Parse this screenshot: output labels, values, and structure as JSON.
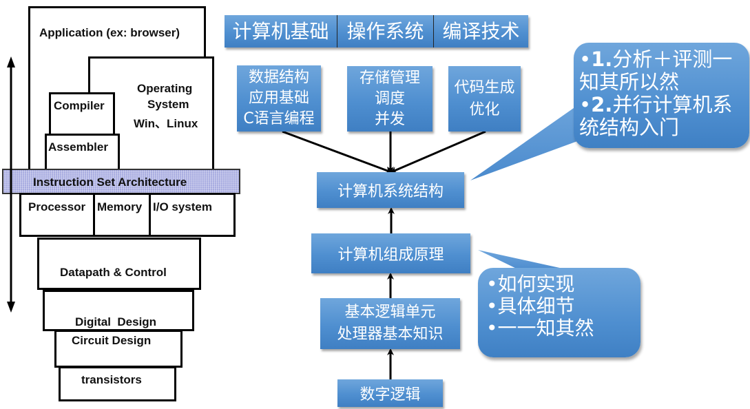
{
  "left_stack": {
    "application": "Application (ex: browser)",
    "operating_system": [
      "Operating",
      "System",
      "Win、Linux"
    ],
    "compiler": "Compiler",
    "assembler": "Assembler",
    "isa": "Instruction Set Architecture",
    "processor": "Processor",
    "memory": "Memory",
    "io_system": "I/O system",
    "datapath": "Datapath & Control",
    "digital_design": "Digital  Design",
    "circuit_design": "Circuit Design",
    "transistors": "transistors"
  },
  "top_bar": [
    "计算机基础",
    "操作系统",
    "编译技术"
  ],
  "course_boxes": [
    [
      "数据结构",
      "应用基础",
      "C语言编程"
    ],
    [
      "存储管理",
      "调度",
      "并发"
    ],
    [
      "代码生成",
      "优化"
    ]
  ],
  "flow": {
    "architecture": "计算机系统结构",
    "organization": "计算机组成原理",
    "logic_units": [
      "基本逻辑单元",
      "处理器基本知识"
    ],
    "digital_logic": "数字逻辑"
  },
  "callout_upper": {
    "lines": [
      {
        "bullet": "•",
        "num": "1.",
        "text": "分析＋评测一"
      },
      {
        "bullet": "",
        "num": "",
        "text": "知其所以然"
      },
      {
        "bullet": "•",
        "num": "2.",
        "text": "并行计算机系"
      },
      {
        "bullet": "",
        "num": "",
        "text": "统结构入门"
      }
    ]
  },
  "callout_lower": {
    "lines": [
      "•如何实现",
      "•具体细节",
      "•一一知其然"
    ]
  },
  "colors": {
    "box_blue": "#4f8fd0",
    "isa_fill": "#a7abe0"
  }
}
